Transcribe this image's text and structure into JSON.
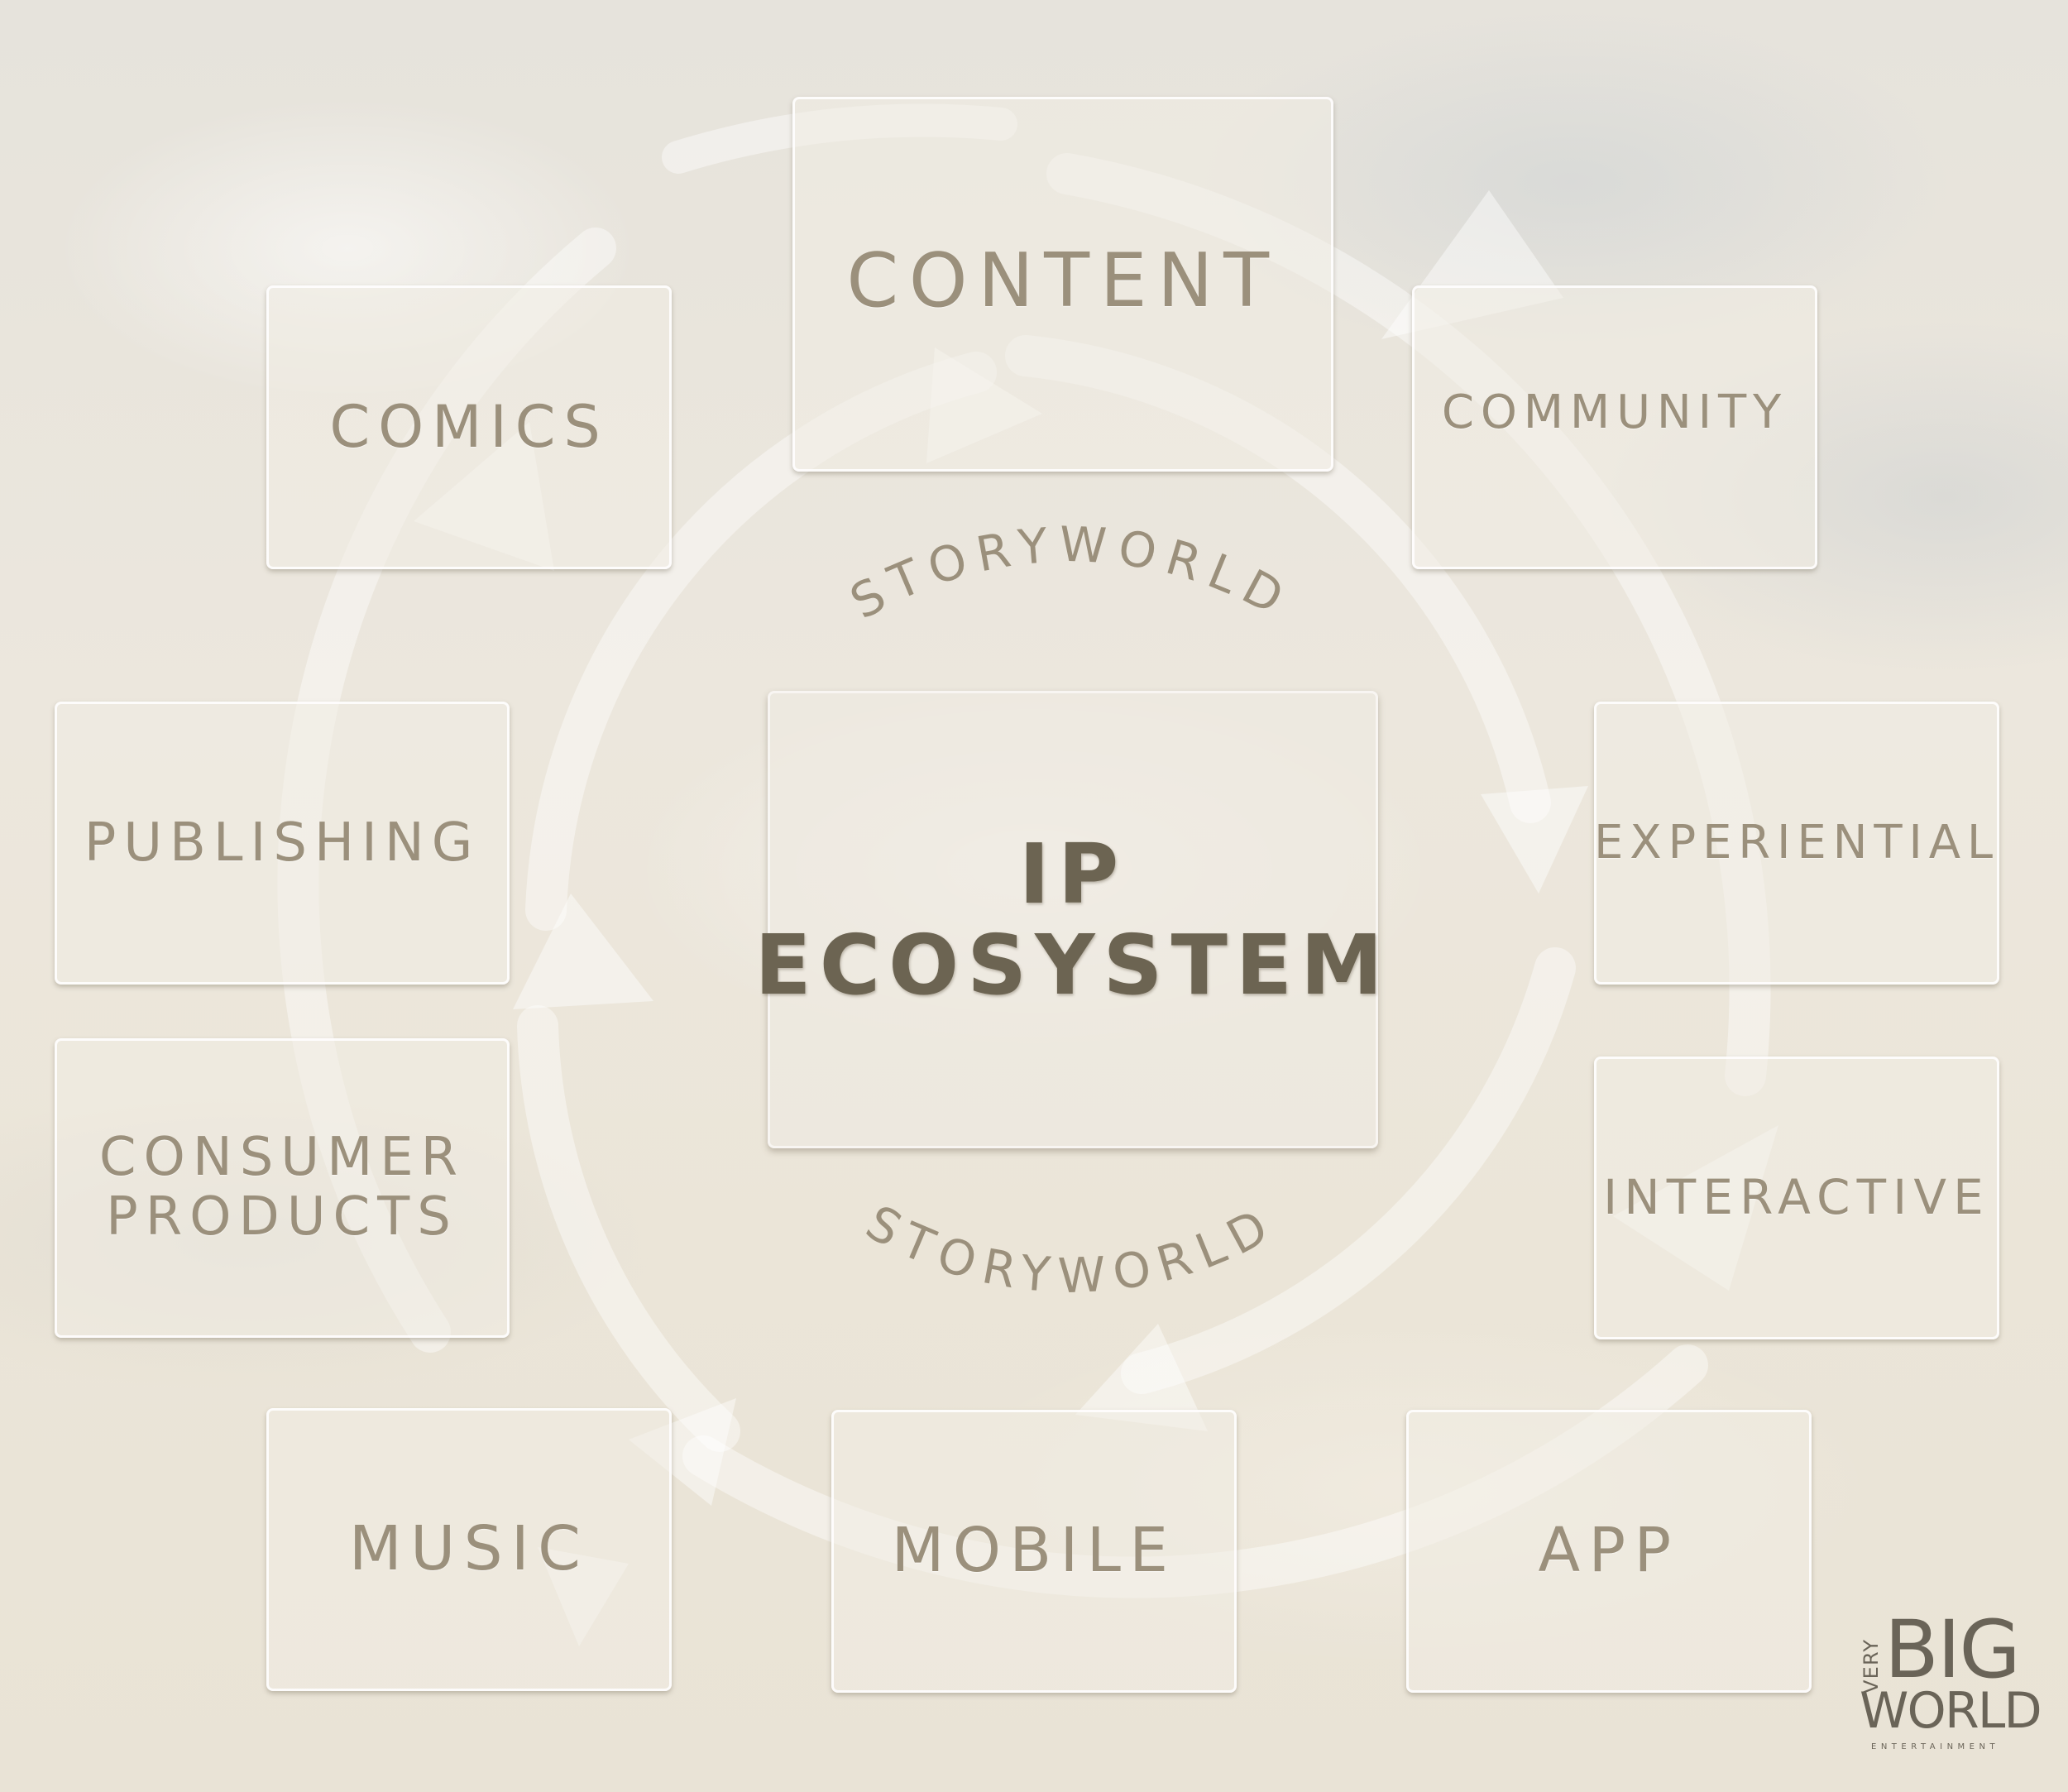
{
  "diagram": {
    "center": {
      "line1": "IP",
      "line2": "ECOSYSTEM"
    },
    "ring_label_top": "STORYWORLD",
    "ring_label_bottom": "STORYWORLD",
    "nodes": {
      "content": "CONTENT",
      "community": "COMMUNITY",
      "experiential": "EXPERIENTIAL",
      "interactive": "INTERACTIVE",
      "app": "APP",
      "mobile": "MOBILE",
      "music": "MUSIC",
      "consumer_products": {
        "line1": "CONSUMER",
        "line2": "PRODUCTS"
      },
      "publishing": "PUBLISHING",
      "comics": "COMICS"
    }
  },
  "logo": {
    "very": "VERY",
    "big": "BIG",
    "world": "WORLD",
    "entertainment": "ENTERTAINMENT"
  },
  "colors": {
    "text": "#9b907c",
    "core_text": "#6c6452",
    "box_border": "#ffffff",
    "background": "#ebe6dc"
  }
}
